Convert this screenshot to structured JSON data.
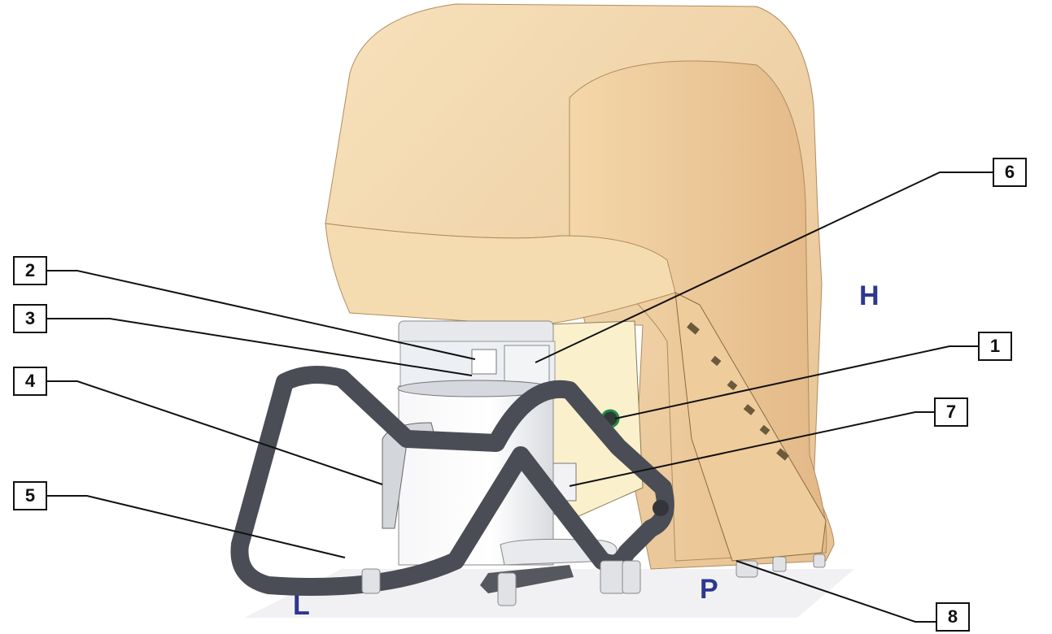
{
  "colors": {
    "housing": "#f3d6a8",
    "housing_shade": "#e4b983",
    "handle": "#4a4d55",
    "panel": "#fcefc9",
    "zone_letters": "#2e3790",
    "callout_lines": "#111111"
  },
  "callouts": [
    {
      "id": "1",
      "label": "1"
    },
    {
      "id": "2",
      "label": "2"
    },
    {
      "id": "3",
      "label": "3"
    },
    {
      "id": "4",
      "label": "4"
    },
    {
      "id": "5",
      "label": "5"
    },
    {
      "id": "6",
      "label": "6"
    },
    {
      "id": "7",
      "label": "7"
    },
    {
      "id": "8",
      "label": "8"
    }
  ],
  "zones": {
    "h": "H",
    "l": "L",
    "p": "P"
  }
}
